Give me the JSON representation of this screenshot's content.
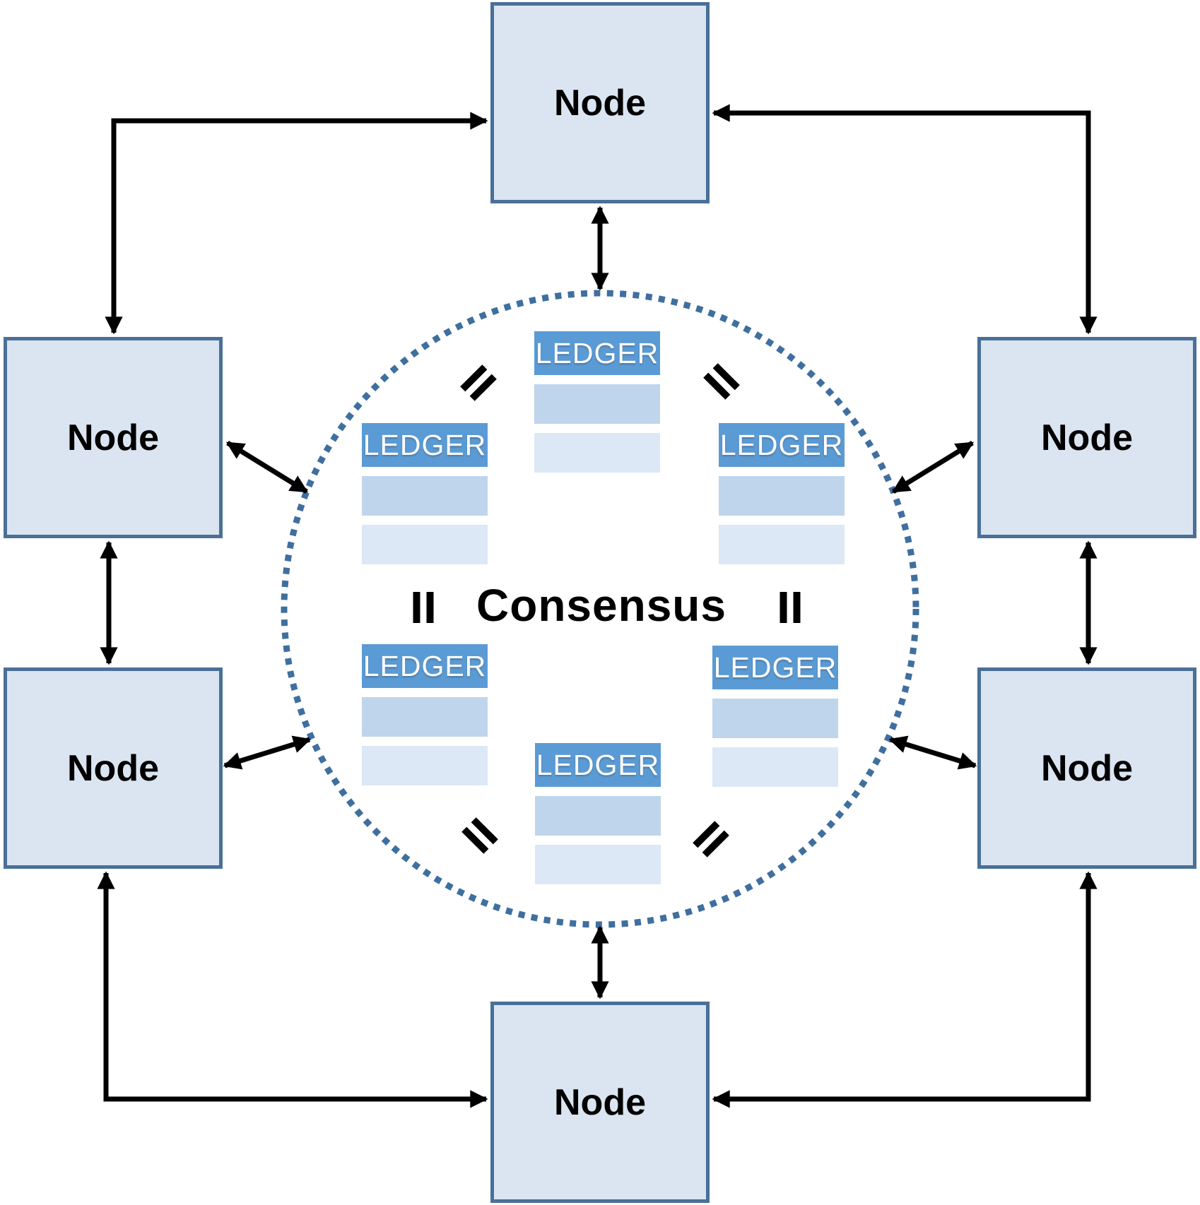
{
  "consensus": {
    "label": "Consensus"
  },
  "nodes": [
    {
      "position": "top",
      "label": "Node"
    },
    {
      "position": "upper-left",
      "label": "Node"
    },
    {
      "position": "upper-right",
      "label": "Node"
    },
    {
      "position": "lower-left",
      "label": "Node"
    },
    {
      "position": "lower-right",
      "label": "Node"
    },
    {
      "position": "bottom",
      "label": "Node"
    }
  ],
  "ledgers": [
    {
      "position": "top",
      "label": "LEDGER",
      "blank_rows": 2
    },
    {
      "position": "upper-left",
      "label": "LEDGER",
      "blank_rows": 2
    },
    {
      "position": "upper-right",
      "label": "LEDGER",
      "blank_rows": 2
    },
    {
      "position": "lower-left",
      "label": "LEDGER",
      "blank_rows": 2
    },
    {
      "position": "lower-right",
      "label": "LEDGER",
      "blank_rows": 2
    },
    {
      "position": "bottom",
      "label": "LEDGER",
      "blank_rows": 2
    }
  ],
  "icons": {
    "equals": "=",
    "equals_count": 6,
    "connector_style": "double-headed arrows"
  },
  "colors": {
    "node_fill": "#dbe5f1",
    "node_border": "#4a7098",
    "ledger_header": "#5b9bd5",
    "ledger_row_1": "#bfd5ec",
    "ledger_row_2": "#dce8f5",
    "ledger_text": "#ffffff",
    "circle_dot": "#3f6f9f",
    "arrow": "#000000",
    "background": "#ffffff",
    "text": "#000000"
  }
}
